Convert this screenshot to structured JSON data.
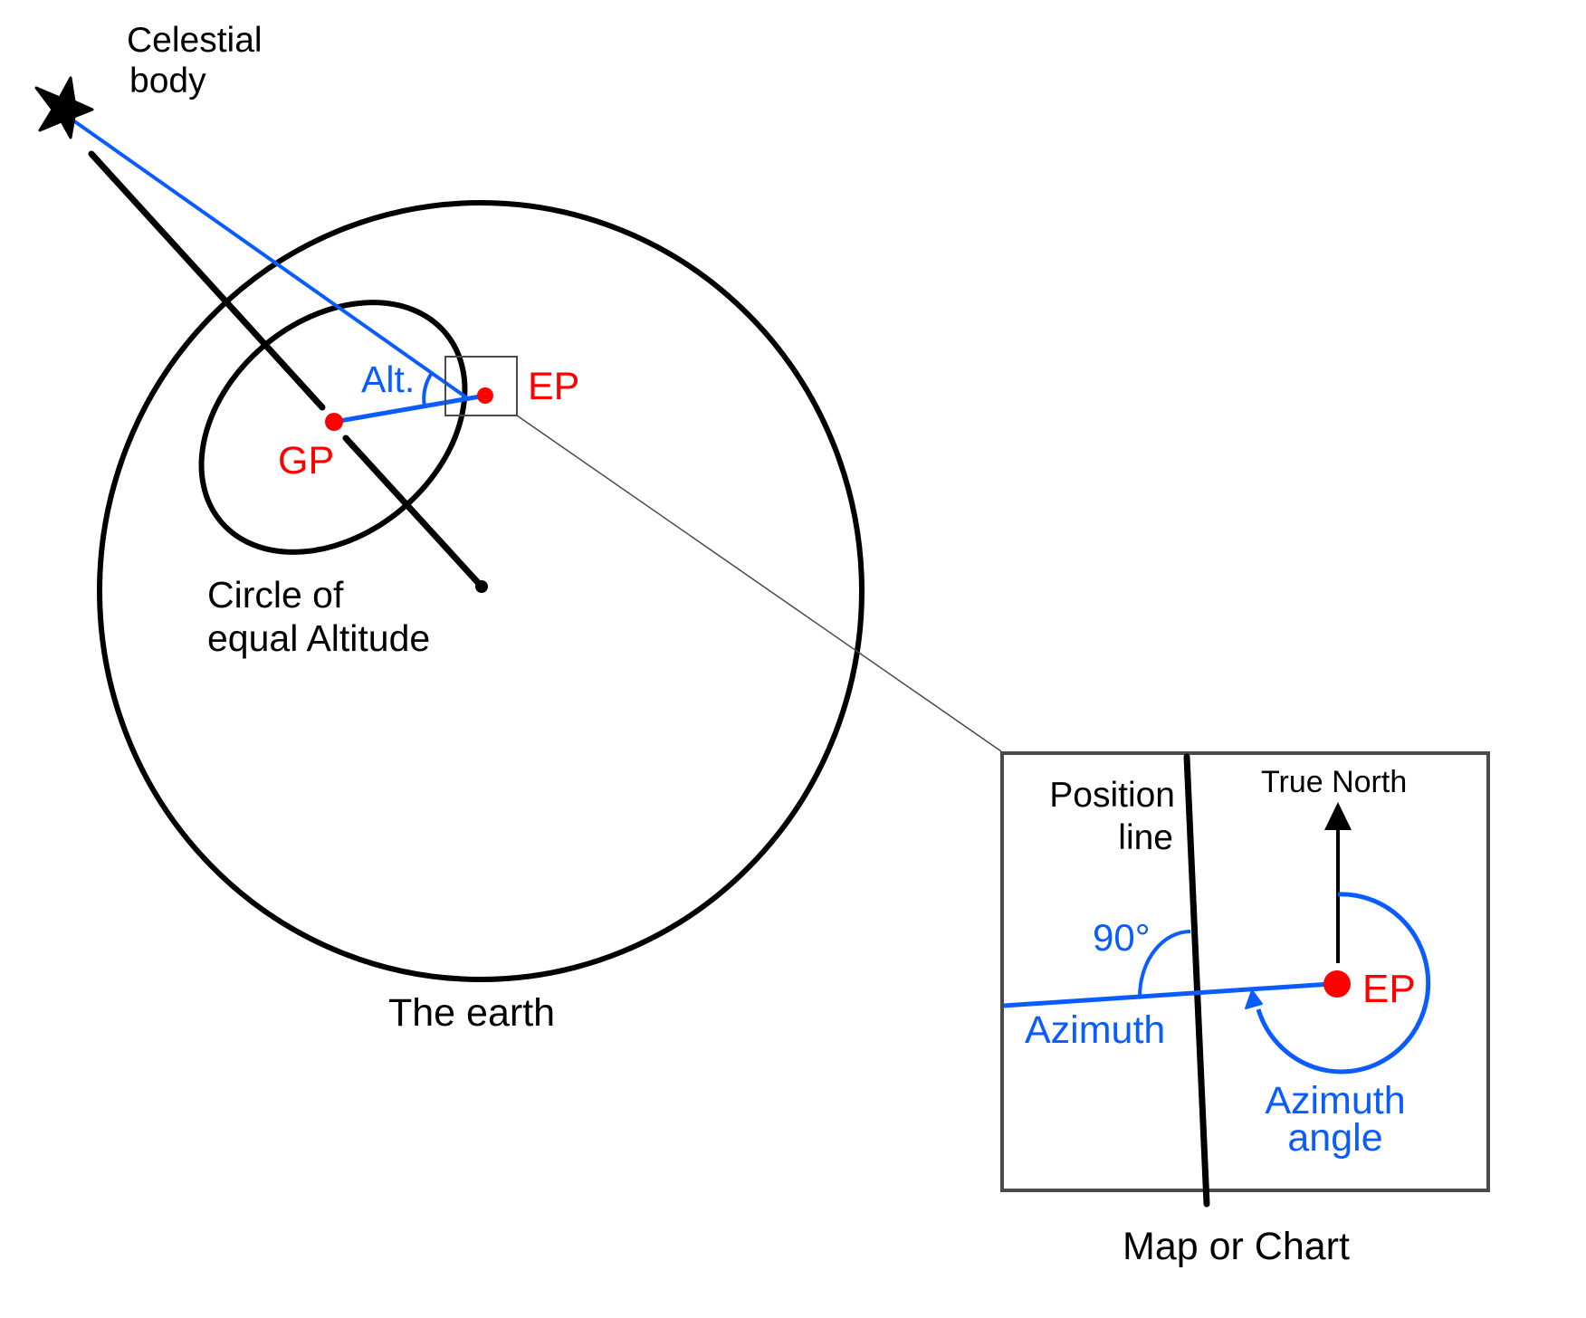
{
  "colors": {
    "line": "#000000",
    "sight": "#0a5cff",
    "point": "#ff0000",
    "frame": "#4a4a4a"
  },
  "labels": {
    "celestial_body": [
      "Celestial",
      "body"
    ],
    "altitude": "Alt.",
    "estimated_position": "EP",
    "geographic_position": "GP",
    "circle_equal_altitude": [
      "Circle of",
      "equal Altitude"
    ],
    "earth": "The earth"
  },
  "inset": {
    "position_line": [
      "Position",
      "line"
    ],
    "true_north": "True North",
    "right_angle": "90°",
    "estimated_position": "EP",
    "azimuth": "Azimuth",
    "azimuth_angle": [
      "Azimuth",
      "angle"
    ],
    "caption": "Map or Chart"
  },
  "icons": {
    "celestial_body": "star-icon",
    "north": "arrow-up-icon"
  }
}
